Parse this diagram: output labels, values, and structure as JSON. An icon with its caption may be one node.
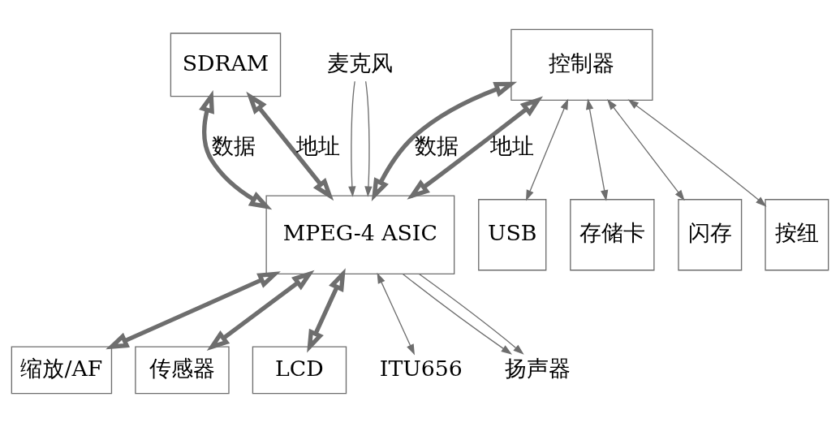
{
  "diagram": {
    "nodes": [
      {
        "text": [
          "SDRAM"
        ]
      },
      {
        "text": [
          "控制器"
        ]
      },
      {
        "text": [
          "MPEG-4 ASIC"
        ]
      },
      {
        "text": [
          "缩放/AF"
        ]
      },
      {
        "text": [
          "传感器"
        ]
      },
      {
        "text": [
          "LCD"
        ]
      },
      {
        "text": [
          "USB"
        ]
      },
      {
        "text": [
          "存储卡"
        ]
      },
      {
        "text": [
          "闪存"
        ]
      },
      {
        "text": [
          "按纽"
        ]
      },
      {
        "text": [
          "ITU656"
        ]
      },
      {
        "text": [
          "扬声器"
        ]
      },
      {
        "text": [
          "麦克风"
        ]
      }
    ],
    "edges": [
      {
        "from": 0,
        "to": 2,
        "arrow": "both",
        "label": "数据",
        "style": "thick"
      },
      {
        "from": 0,
        "to": 2,
        "arrow": "both",
        "label": "地址",
        "style": "thick"
      },
      {
        "from": 1,
        "to": 2,
        "arrow": "both",
        "label": "数据",
        "style": "thick"
      },
      {
        "from": 1,
        "to": 2,
        "arrow": "both",
        "label": "地址",
        "style": "thick"
      },
      {
        "from": 2,
        "to": 3,
        "arrow": "both",
        "style": "thick"
      },
      {
        "from": 2,
        "to": 4,
        "arrow": "both",
        "style": "thick"
      },
      {
        "from": 2,
        "to": 5,
        "arrow": "both",
        "style": "thick"
      },
      {
        "from": 1,
        "to": 6,
        "arrow": "both"
      },
      {
        "from": 1,
        "to": 7,
        "arrow": "both"
      },
      {
        "from": 1,
        "to": 8,
        "arrow": "both"
      },
      {
        "from": 1,
        "to": 9,
        "arrow": "both"
      },
      {
        "from": 2,
        "to": 10,
        "arrow": "both"
      },
      {
        "from": 2,
        "to": 11,
        "arrow": "to"
      },
      {
        "from": 2,
        "to": 11,
        "arrow": "to"
      },
      {
        "from": 12,
        "to": 2,
        "arrow": "to"
      },
      {
        "from": 12,
        "to": 2,
        "arrow": "to"
      }
    ]
  }
}
